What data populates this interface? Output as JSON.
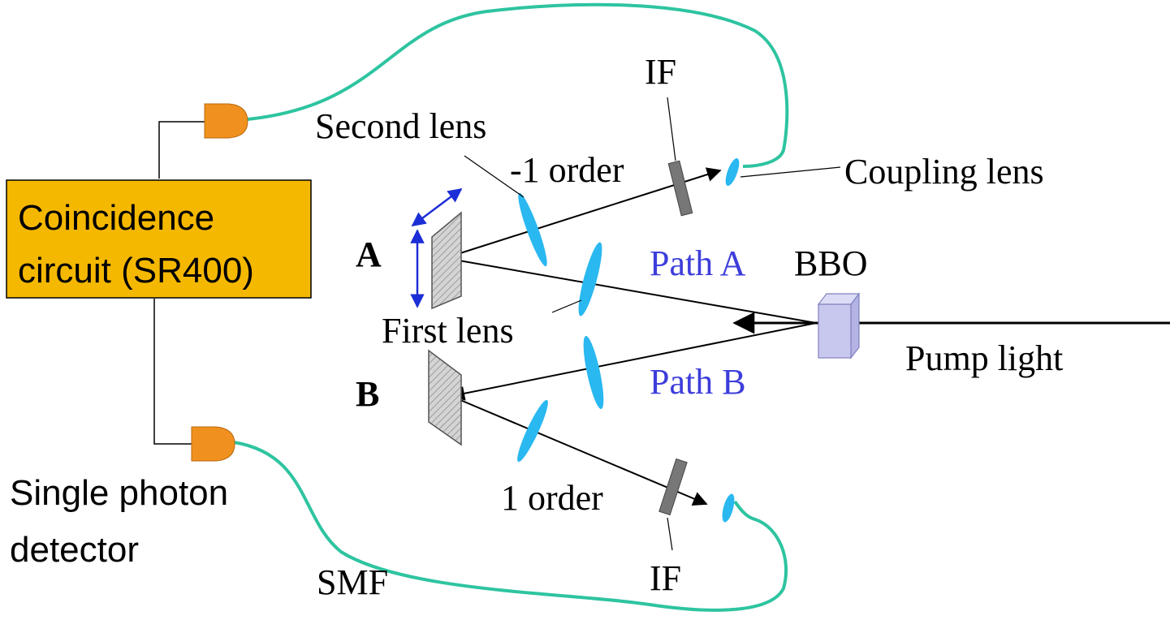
{
  "labels": {
    "coincidence_line1": "Coincidence",
    "coincidence_line2": "circuit (SR400)",
    "detector_line1": "Single photon",
    "detector_line2": "detector",
    "smf": "SMF",
    "second_lens": "Second  lens",
    "minus_one_order": "-1 order",
    "if_top": "IF",
    "if_bottom": "IF",
    "coupling_lens": "Coupling  lens",
    "a": "A",
    "b": "B",
    "first_lens": "First  lens",
    "path_a": "Path A",
    "path_b": "Path B",
    "bbo": "BBO",
    "pump_light": "Pump light",
    "one_order": "1 order"
  },
  "colors": {
    "fiber": "#2ec4a0",
    "lens": "#2ab8f0",
    "detector": "#f0901e",
    "box_fill": "#f5b800",
    "filter": "#777777",
    "mirror_arrow": "#1c2ed6",
    "path_text": "#3d3ddb",
    "crystal": "#c8c8ee"
  }
}
